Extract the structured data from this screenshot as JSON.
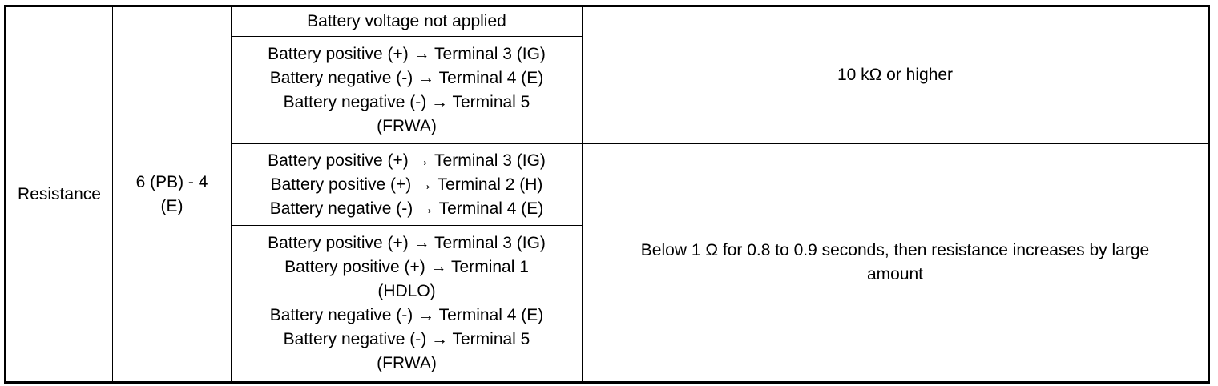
{
  "table": {
    "measurement_item": "Resistance",
    "terminals": "6 (PB) - 4\n(E)",
    "conditions": [
      "Battery voltage not applied",
      "Battery positive (+) → Terminal 3 (IG)\nBattery negative (-) → Terminal 4 (E)\nBattery negative (-) → Terminal 5\n(FRWA)",
      "Battery positive (+) → Terminal 3 (IG)\nBattery positive (+) → Terminal 2 (H)\nBattery negative (-) → Terminal 4 (E)",
      "Battery positive (+) → Terminal 3 (IG)\nBattery positive (+) → Terminal 1\n(HDLO)\nBattery negative (-) → Terminal 4 (E)\nBattery negative (-) → Terminal 5\n(FRWA)"
    ],
    "specifications": [
      "10 kΩ or higher",
      "Below 1 Ω for 0.8 to 0.9 seconds, then resistance increases by large\namount"
    ]
  }
}
